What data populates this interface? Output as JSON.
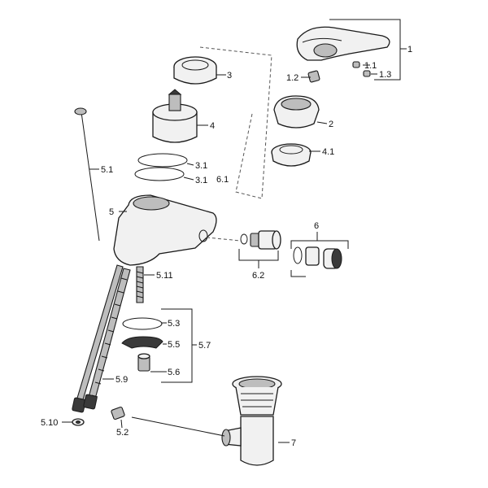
{
  "labels": {
    "l1": "1",
    "l1_1": "1.1",
    "l1_2": "1.2",
    "l1_3": "1.3",
    "l2": "2",
    "l3": "3",
    "l3_1a": "3.1",
    "l3_1b": "3.1",
    "l4": "4",
    "l4_1": "4.1",
    "l5": "5",
    "l5_1": "5.1",
    "l5_2": "5.2",
    "l5_3": "5.3",
    "l5_5": "5.5",
    "l5_6": "5.6",
    "l5_7": "5.7",
    "l5_9": "5.9",
    "l5_10": "5.10",
    "l5_11": "5.11",
    "l6": "6",
    "l6_1": "6.1",
    "l6_2": "6.2",
    "l7": "7"
  }
}
